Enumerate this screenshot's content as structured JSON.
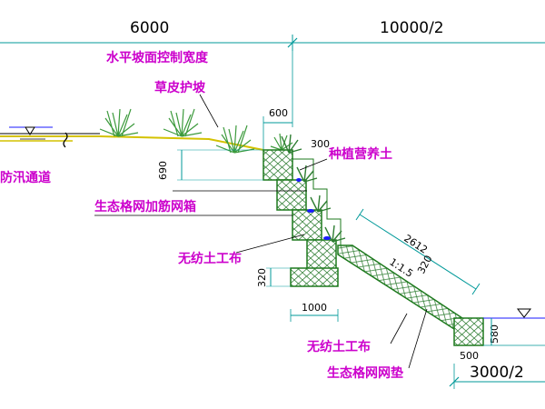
{
  "dimensions": {
    "total_left": "6000",
    "total_right": "10000/2",
    "top_cap": "600",
    "step_setback": "300",
    "step_height": "690",
    "slope_length": "2612",
    "mattress_thickness": "320",
    "base_height": "320",
    "base_width": "1000",
    "toe_width": "500",
    "toe_height": "580",
    "bottom_right": "3000/2",
    "slope_ratio": "1:1.5"
  },
  "labels": {
    "horizontal_width": "水平坡面控制宽度",
    "grass_protection": "草皮护坡",
    "planting_soil": "种植营养土",
    "flood_road": "防汛通道",
    "gabion_reinforced": "生态格网加筋网箱",
    "geotextile_upper": "无纺土工布",
    "geotextile_lower": "无纺土工布",
    "gabion_mattress": "生态格网网垫"
  },
  "colors": {
    "label": "#cc00cc",
    "dimension": "#000000",
    "structure": "#1e7a1e",
    "dimension_line": "#009999",
    "gabion_mesh": "#2e7d32",
    "ground": "#d4c200",
    "water": "#1a1aff",
    "vegetation": "#3c9a3c"
  }
}
